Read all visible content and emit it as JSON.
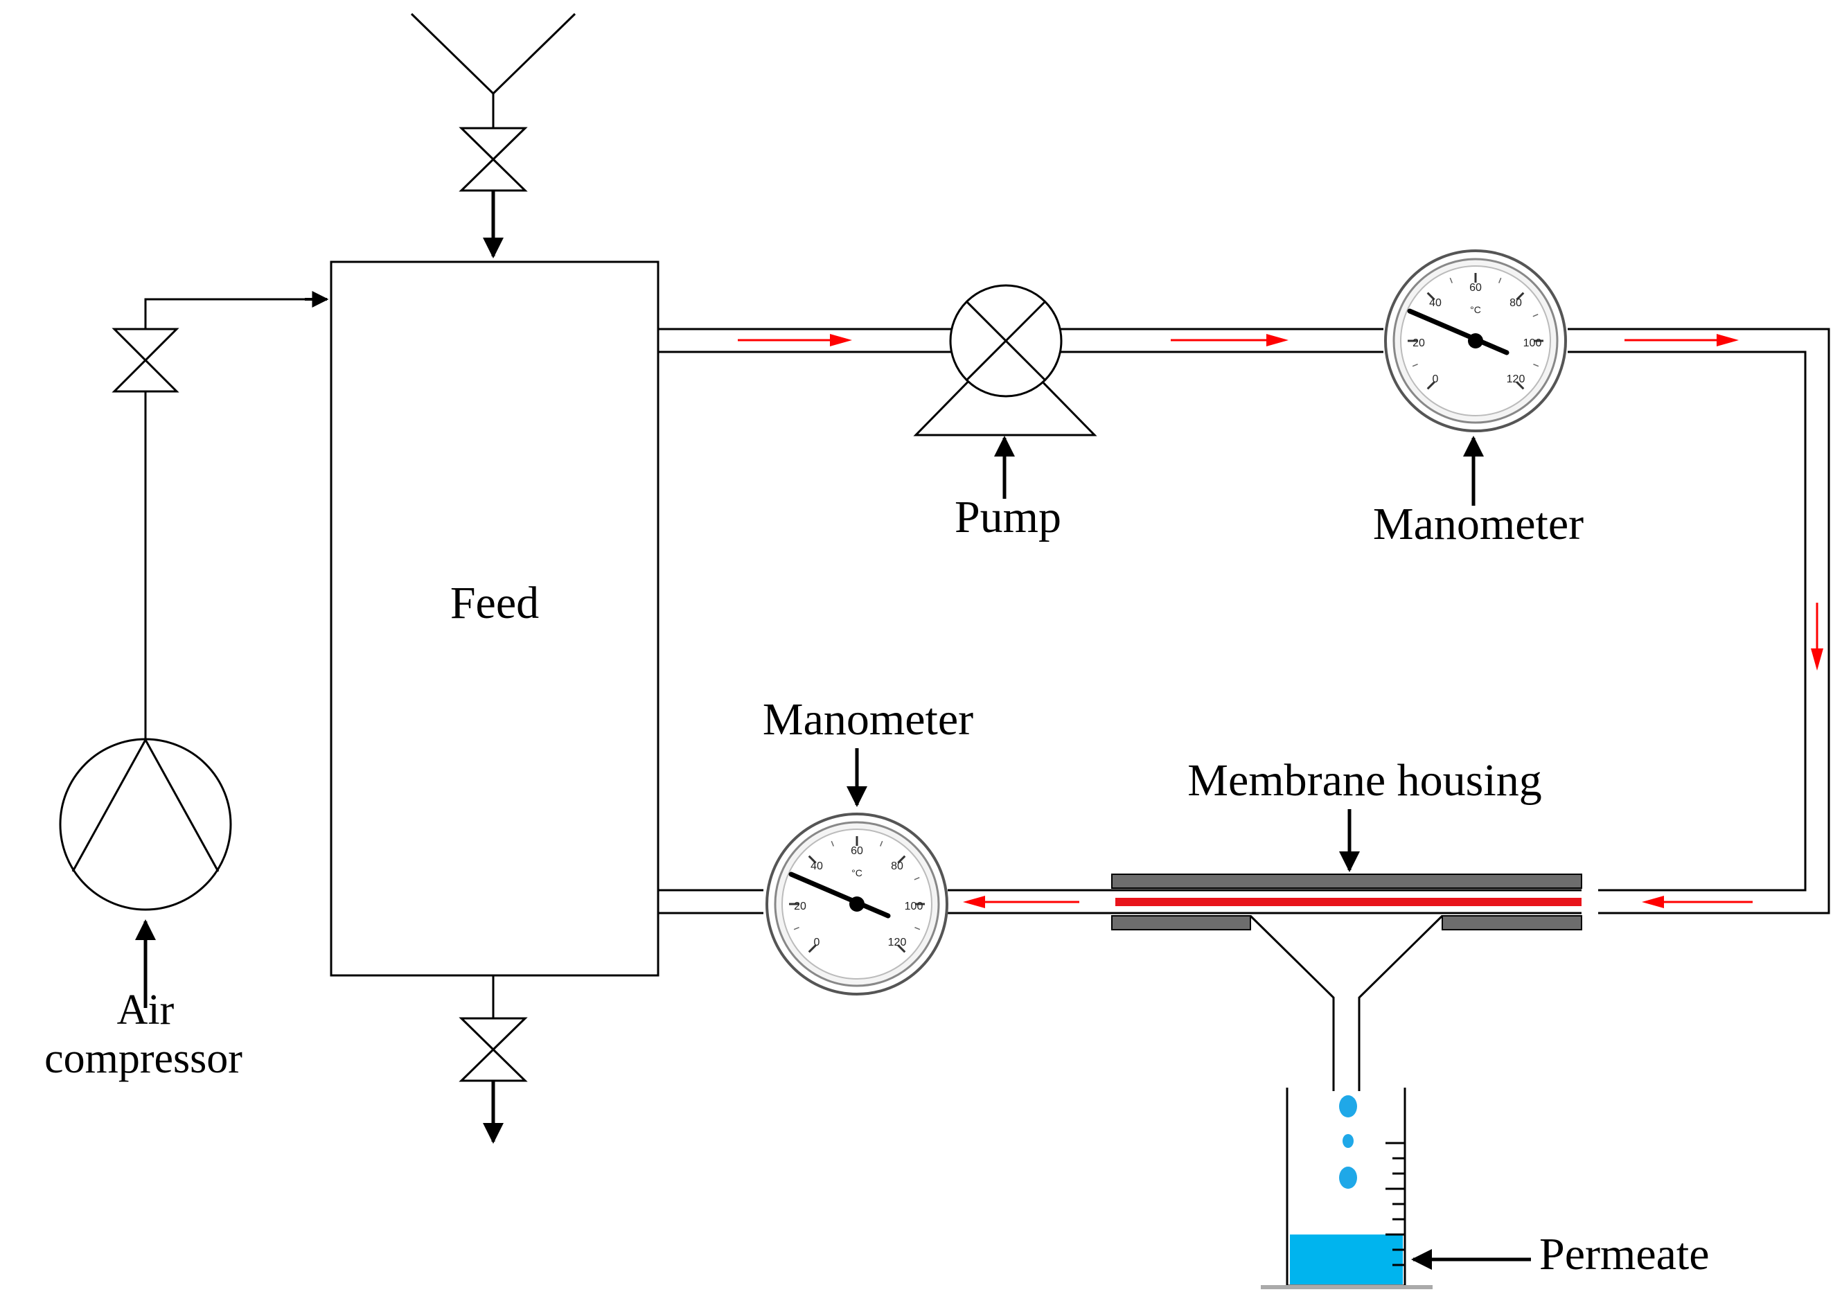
{
  "labels": {
    "feed": "Feed",
    "pump": "Pump",
    "manometer_top": "Manometer",
    "manometer_bottom": "Manometer",
    "membrane_housing": "Membrane housing",
    "air_compressor_line1": "Air",
    "air_compressor_line2": "compressor",
    "permeate": "Permeate"
  },
  "gauge": {
    "unit": "°C",
    "scale": [
      "0",
      "20",
      "40",
      "60",
      "80",
      "100",
      "120"
    ]
  },
  "colors": {
    "line": "#000000",
    "flow_arrow": "#ff0000",
    "membrane": "#e8141b",
    "housing": "#6d6d6d",
    "permeate_liquid": "#00b4ee",
    "droplet": "#1fa8e8"
  }
}
